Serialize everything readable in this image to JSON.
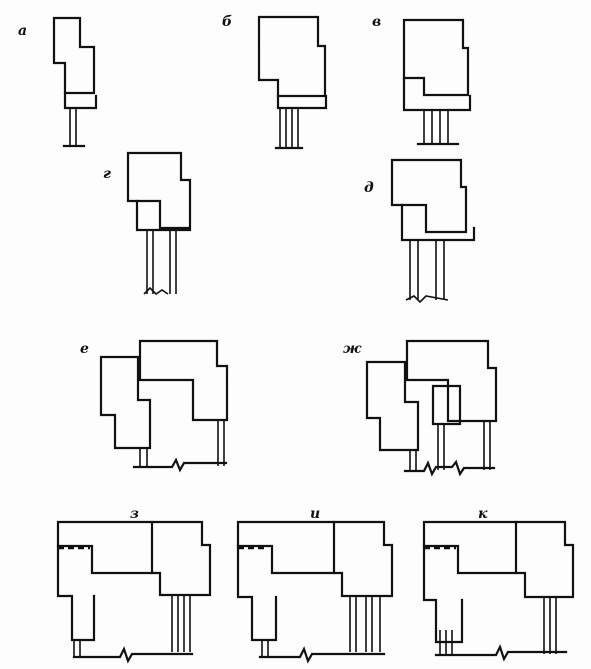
{
  "figure": {
    "panels": [
      {
        "id": "a",
        "label": "а"
      },
      {
        "id": "b",
        "label": "б"
      },
      {
        "id": "v",
        "label": "в"
      },
      {
        "id": "g",
        "label": "г"
      },
      {
        "id": "d",
        "label": "д"
      },
      {
        "id": "e",
        "label": "е"
      },
      {
        "id": "zh",
        "label": "ж"
      },
      {
        "id": "z",
        "label": "з"
      },
      {
        "id": "i",
        "label": "и"
      },
      {
        "id": "k",
        "label": "к"
      }
    ]
  }
}
